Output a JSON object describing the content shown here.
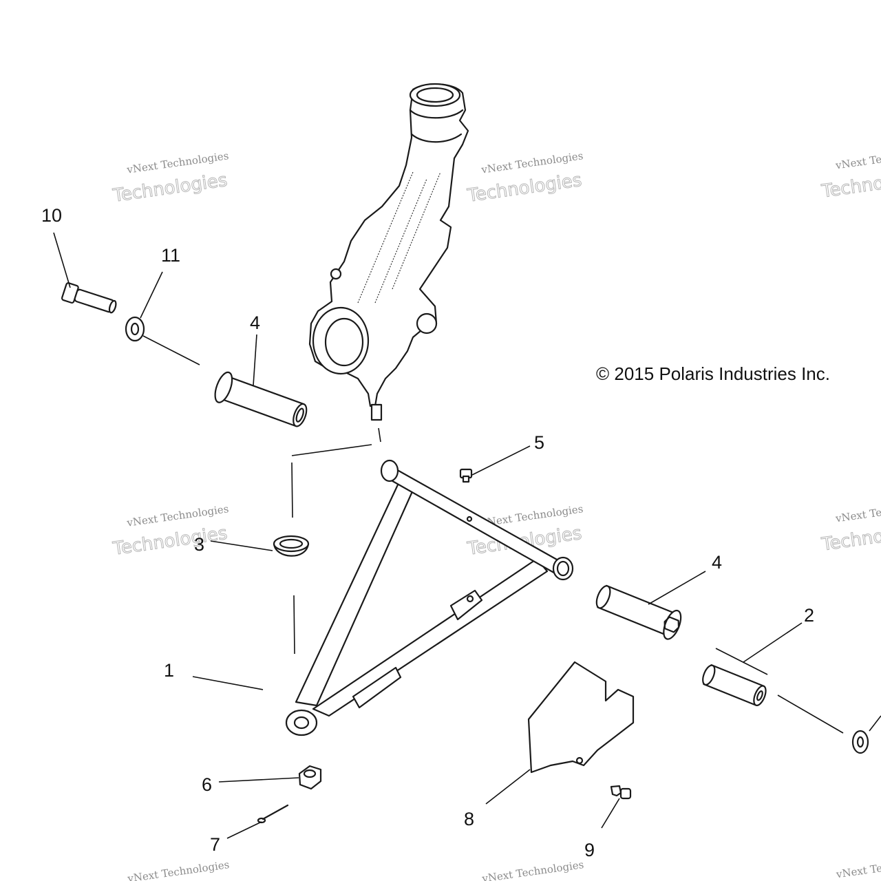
{
  "copyright": "© 2015 Polaris Industries Inc.",
  "watermark": {
    "line1": "vNext Technologies",
    "line2": "Technologies"
  },
  "callouts": [
    "10",
    "11",
    "4",
    "5",
    "3",
    "4",
    "2",
    "1",
    "6",
    "8",
    "7",
    "9"
  ],
  "colors": {
    "line": "#1a1a1a",
    "watermark": "#b5b5b5",
    "background": "#ffffff"
  }
}
